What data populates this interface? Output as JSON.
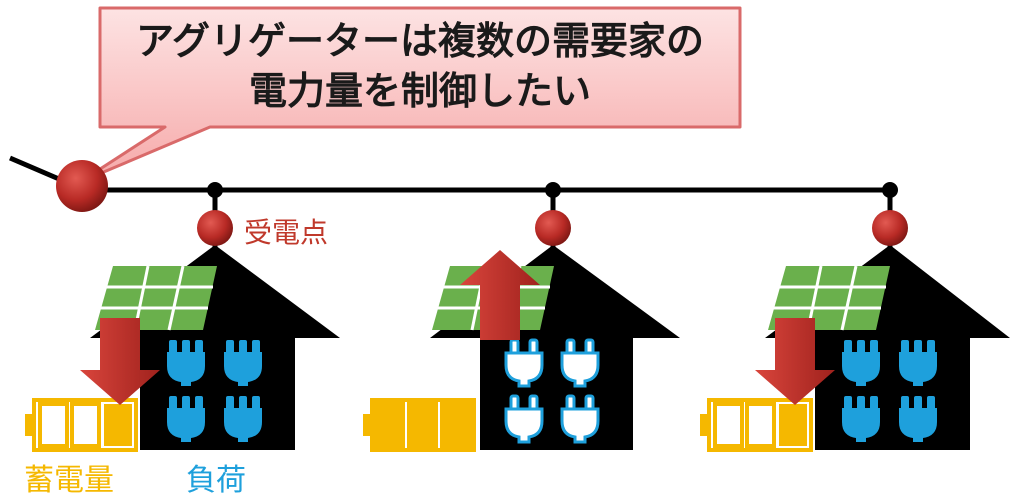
{
  "callout": {
    "line1": "アグリゲーターは複数の需要家の",
    "line2": "電力量を制御したい"
  },
  "labels": {
    "receiving_point": "受電点",
    "storage_amount": "蓄電量",
    "load": "負荷"
  },
  "houses": [
    {
      "id": "house-1",
      "flow": "down",
      "battery_fill": "1/3",
      "plug_style": "filled"
    },
    {
      "id": "house-2",
      "flow": "up",
      "battery_fill": "3/3",
      "plug_style": "outlined"
    },
    {
      "id": "house-3",
      "flow": "down",
      "battery_fill": "1/3",
      "plug_style": "filled"
    }
  ],
  "colors": {
    "callout_fill": "#f8b4b4",
    "callout_border": "#d96a6a",
    "node": "#b82a25",
    "arrow": "#c8302a",
    "solar_panel": "#6ab04c",
    "house": "#000000",
    "battery": "#f5b800",
    "plug": "#1ea0dc",
    "text_receive": "#c0392b",
    "text_storage": "#f5b800",
    "text_load": "#1ea0dc"
  },
  "icons": [
    "solar-panel-icon",
    "plug-icon",
    "battery-icon",
    "arrow-up-icon",
    "arrow-down-icon",
    "house-icon"
  ]
}
